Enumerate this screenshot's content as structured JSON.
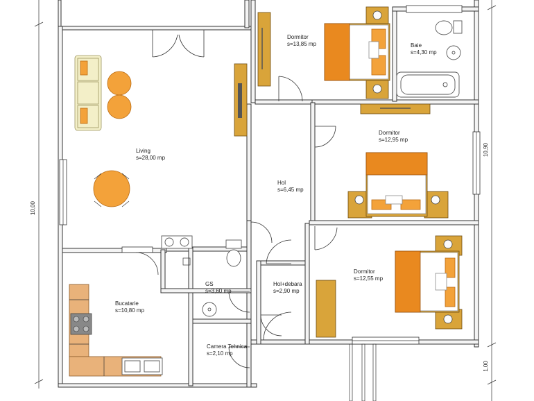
{
  "rooms": {
    "dormitor1": {
      "name": "Dormitor",
      "area": "s=13,85 mp"
    },
    "baie": {
      "name": "Baie",
      "area": "s=4,30 mp"
    },
    "living": {
      "name": "Living",
      "area": "s=28,00 mp"
    },
    "dormitor2": {
      "name": "Dormitor",
      "area": "s=12,95 mp"
    },
    "hol": {
      "name": "Hol",
      "area": "s=6,45 mp"
    },
    "gs": {
      "name": "GS",
      "area": "s=3,60 mp"
    },
    "holdebara": {
      "name": "Hol+debara",
      "area": "s=2,90 mp"
    },
    "dormitor3": {
      "name": "Dormitor",
      "area": "s=12,55 mp"
    },
    "bucatarie": {
      "name": "Bucatarie",
      "area": "s=10,80 mp"
    },
    "camera_tehnica": {
      "name": "Camera Tehnica",
      "area": "s=2,10 mp"
    }
  },
  "dimensions": {
    "left": "10,00",
    "right_upper": "10,90",
    "right_lower": "1,00"
  },
  "colors": {
    "furniture_wood": "#d9a43a",
    "bed_orange": "#f3a23a",
    "kitchen_cabinet": "#e9b27a",
    "sofa": "#f3efc8",
    "walls": "#333333"
  }
}
